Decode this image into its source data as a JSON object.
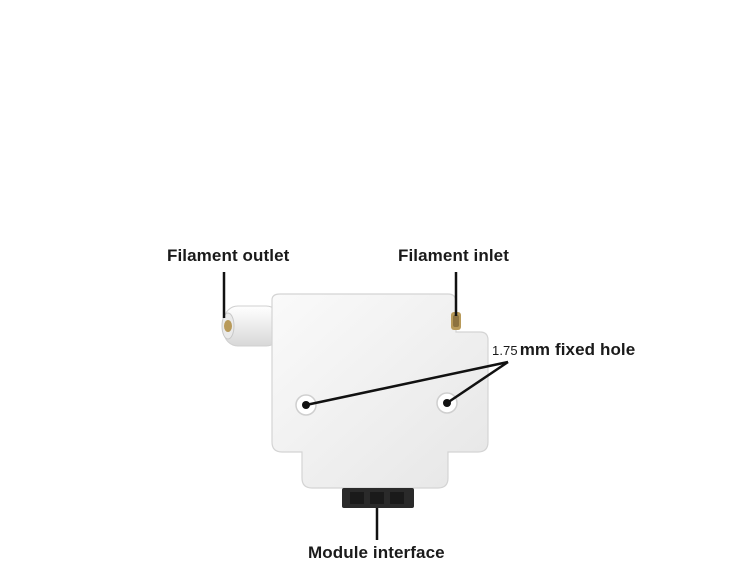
{
  "labels": {
    "filament_outlet": "Filament outlet",
    "filament_inlet": "Filament inlet",
    "fixed_hole_size": "1.75",
    "fixed_hole_text": "mm fixed hole",
    "module_interface": "Module interface"
  },
  "colors": {
    "background": "#ffffff",
    "body": "#f4f4f4",
    "body_shade": "#dcdcdc",
    "connector": "#2a2a2a",
    "fitting": "#b89a5a",
    "leader_line": "#111111",
    "text": "#1a1a1a"
  }
}
